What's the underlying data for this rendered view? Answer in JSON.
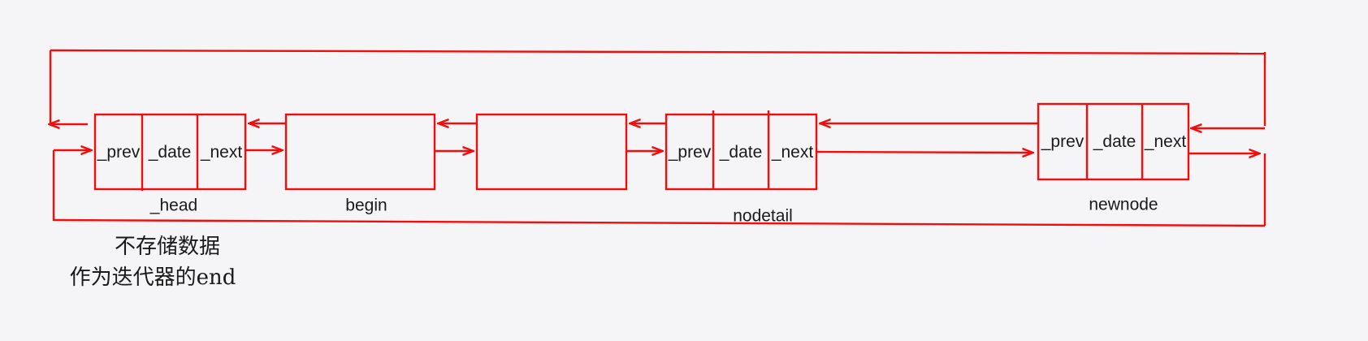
{
  "colors": {
    "line": "#f20d0d",
    "text": "#1a1a1a",
    "background": "#f5f5f7"
  },
  "nodes": {
    "head": {
      "label": "_head",
      "cells": [
        "_prev",
        "_date",
        "_next"
      ]
    },
    "begin": {
      "label": "begin",
      "cells": []
    },
    "nodetail": {
      "label": "nodetail",
      "cells": [
        "_prev",
        "_date",
        "_next"
      ]
    },
    "newnode": {
      "label": "newnode",
      "cells": [
        "_prev",
        "_date",
        "_next"
      ]
    }
  },
  "notes": {
    "line1": "不存储数据",
    "line2": "作为迭代器的end"
  }
}
